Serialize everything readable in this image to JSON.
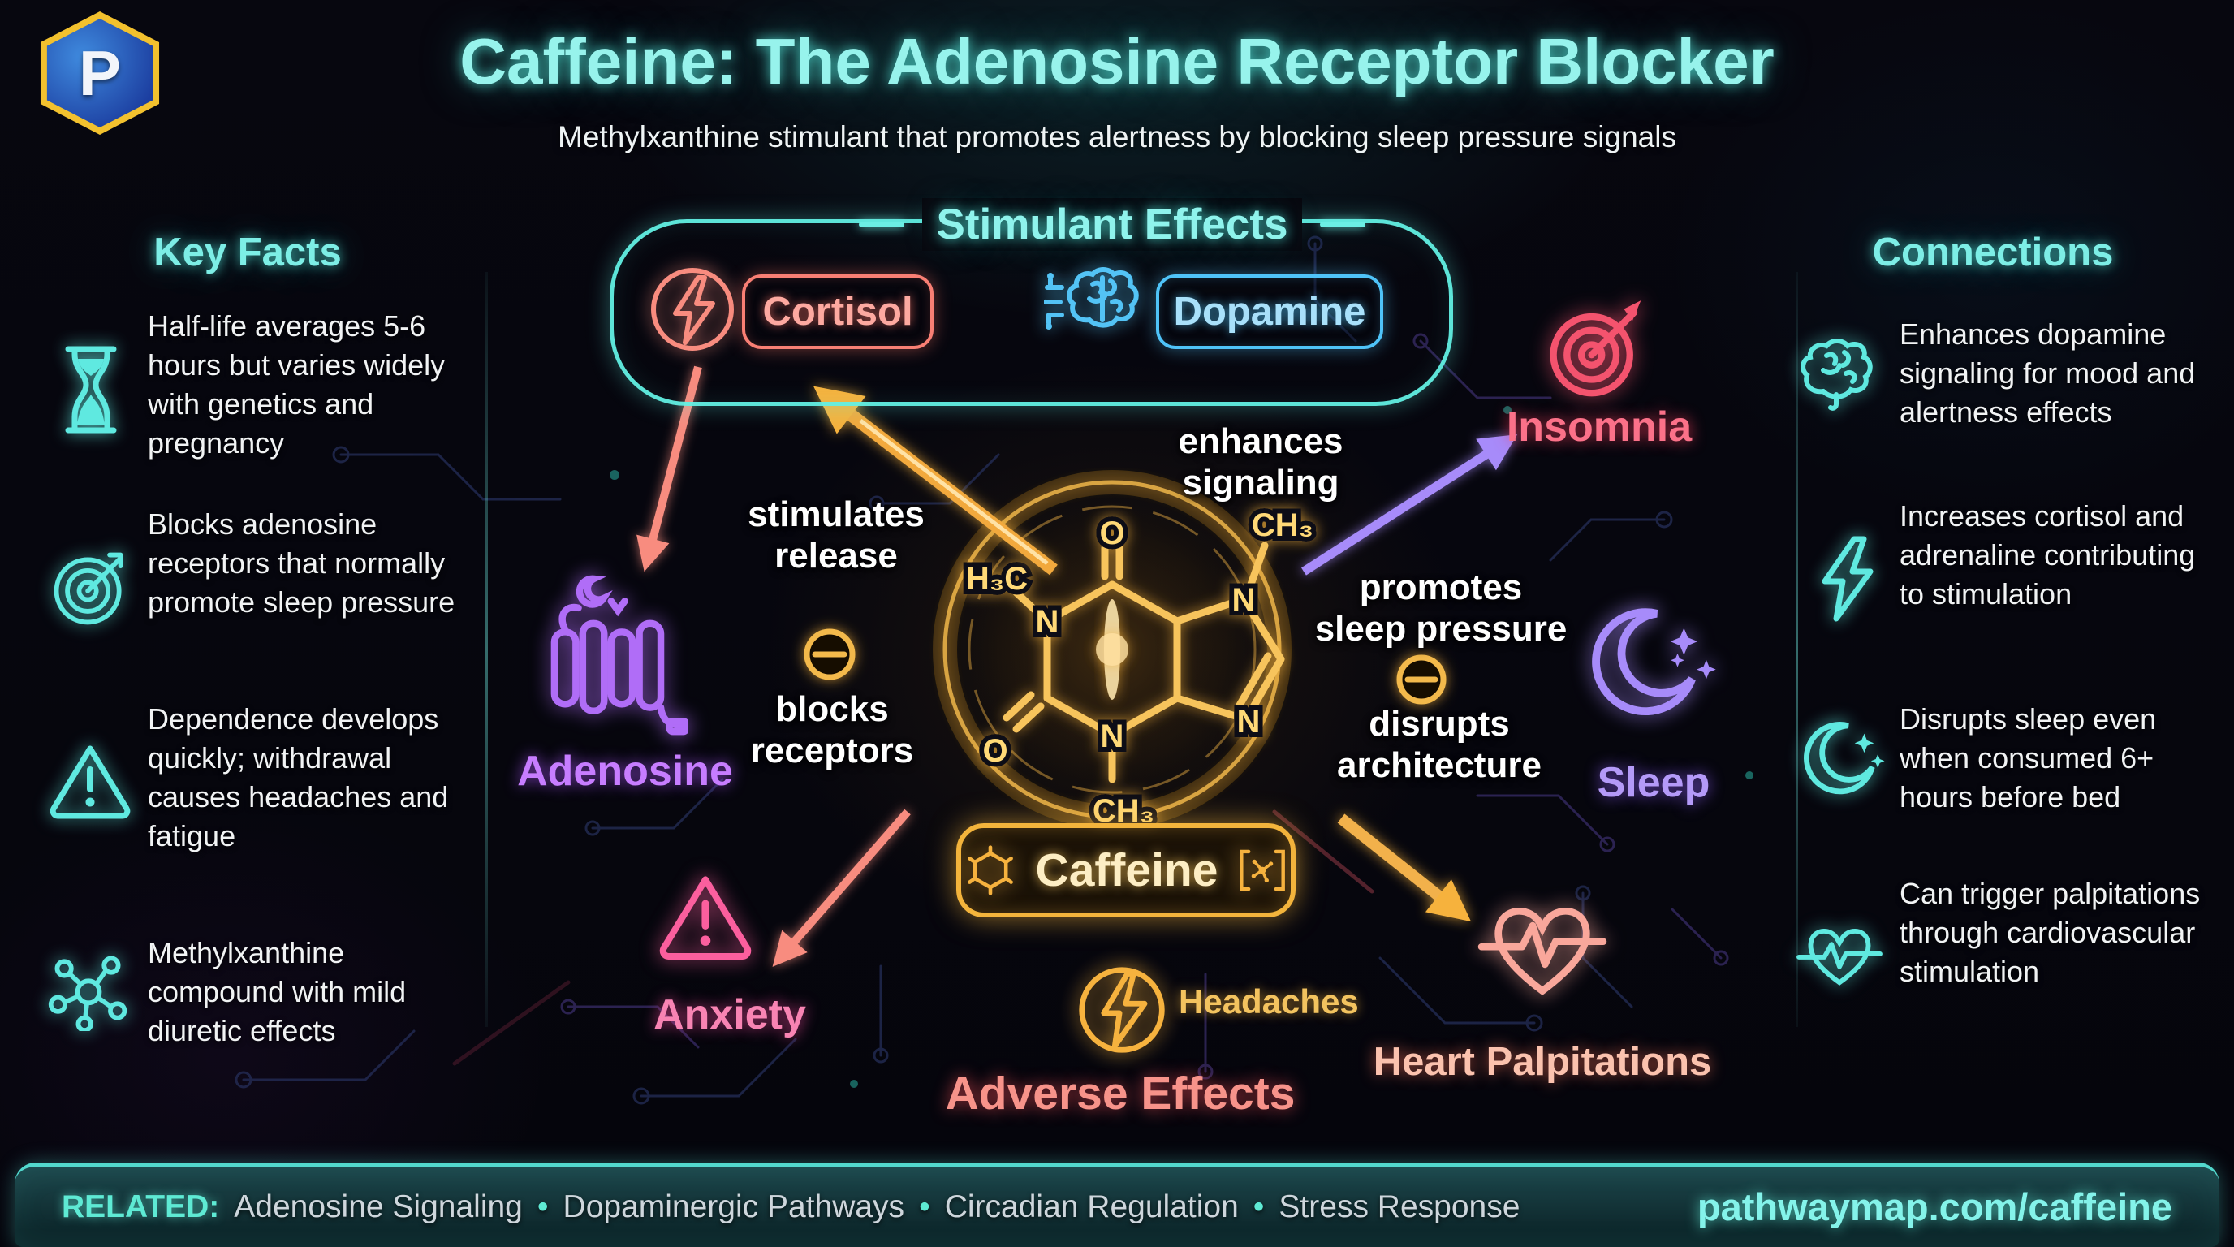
{
  "header": {
    "title": "Caffeine: The Adenosine Receptor Blocker",
    "subtitle": "Methylxanthine stimulant that promotes alertness by blocking sleep pressure signals",
    "logo_letter": "P"
  },
  "key_facts": {
    "heading": "Key Facts",
    "items": [
      {
        "icon": "hourglass-icon",
        "text": "Half-life averages 5-6 hours but varies widely with genetics and pregnancy"
      },
      {
        "icon": "target-icon",
        "text": "Blocks adenosine receptors that normally promote sleep pressure"
      },
      {
        "icon": "warning-icon",
        "text": "Dependence develops quickly; withdrawal causes headaches and fatigue"
      },
      {
        "icon": "molecule-icon",
        "text": "Methylxanthine compound with mild diuretic effects"
      }
    ]
  },
  "connections": {
    "heading": "Connections",
    "items": [
      {
        "icon": "brain-icon",
        "text": "Enhances dopamine signaling for mood and alertness effects"
      },
      {
        "icon": "lightning-icon",
        "text": "Increases cortisol and adrenaline contributing to stimulation"
      },
      {
        "icon": "moon-icon",
        "text": "Disrupts sleep even when consumed 6+ hours before bed"
      },
      {
        "icon": "heart-pulse-icon",
        "text": "Can trigger palpitations through cardiovascular stimulation"
      }
    ]
  },
  "diagram": {
    "stimulant_effects_label": "Stimulant Effects",
    "cortisol_label": "Cortisol",
    "dopamine_label": "Dopamine",
    "caffeine_label": "Caffeine",
    "nodes": {
      "adenosine": "Adenosine",
      "insomnia": "Insomnia",
      "sleep": "Sleep",
      "anxiety": "Anxiety",
      "heart_palpitations": "Heart Palpitations",
      "headaches": "Headaches",
      "adverse_effects": "Adverse Effects"
    },
    "edges": {
      "stimulates_release": "stimulates\nrelease",
      "enhances_signaling": "enhances\nsignaling",
      "blocks_receptors": "blocks\nreceptors",
      "promotes_sleep_pressure": "promotes\nsleep pressure",
      "disrupts_architecture": "disrupts\narchitecture"
    },
    "molecule": {
      "o_top": "O",
      "ch3_top_right": "CH₃",
      "h3c_left": "H₃C",
      "n_left": "N",
      "n_bottom": "N",
      "n_pent_top": "N",
      "n_pent_bottom": "N",
      "o_left": "O",
      "ch3_bottom": "CH₃"
    }
  },
  "footer": {
    "related_label": "RELATED:",
    "separator": "•",
    "items": [
      "Adenosine Signaling",
      "Dopaminergic Pathways",
      "Circadian Regulation",
      "Stress Response"
    ],
    "url": "pathwaymap.com/caffeine"
  },
  "colors": {
    "cyan": "#63e8df",
    "gold": "#f6b23e",
    "salmon": "#f88c7f",
    "purple": "#a97df7",
    "blue": "#4fc3f8",
    "pink": "#f36fa0",
    "red": "#f4536e"
  }
}
